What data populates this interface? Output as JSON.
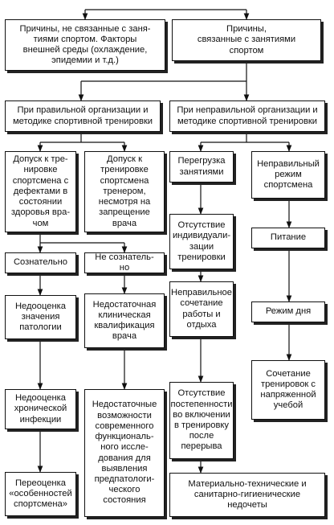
{
  "diagram": {
    "root_left": "Причины, не связанные с заня-\nтиями спортом. Факторы\nвнешней среды (охлаждение,\nэпидемии и т.д.)",
    "root_right": "Причины,\nсвязанные с занятиями\nспортом",
    "org_correct": "При правильной организации и\nметодике спортивной тренировки",
    "org_incorrect": "При неправильной организации и\nметодике спортивной тренировки",
    "admit_defects": "Допуск к тре-\nнировке\nспортсмена с\nдефектами в\nсостоянии\nздоровья вра-\nчом",
    "admit_trainer": "Допуск к\nтренировке\nспортсмена\nтренером,\nнесмотря на\nзапрещение\nврача",
    "overload": "Перегрузка\nзанятиями",
    "wrong_regime": "Неправильный\nрежим\nспортсмена",
    "consciously": "Сознательно",
    "unconsciously": "Не сознатель-\nно",
    "no_individualization": "Отсутствие\nиндивидуали-\nзации\nтренировки",
    "nutrition": "Питание",
    "underestimate_pathology": "Недооценка\nзначения\nпатологии",
    "insufficient_qualification": "Недостаточная\nклиническая\nквалификация\nврача",
    "wrong_combination": "Неправильное\nсочетание\nработы и\nотдыха",
    "day_regime": "Режим дня",
    "combination_study": "Сочетание\nтренировок с\nнапряженной\nучебой",
    "underestimate_infection": "Недооценка\nхронической\nинфекции",
    "insufficient_possibilities": "Недостаточные\nвозможности\nсовременного\nфункциональ-\nного иссле-\nдования для\nвыявления\nпредпатологи-\nческого\nсостояния",
    "no_gradual": "Отсутствие\nпостепенности\nво включении\nв тренировку\nпосле\nперерыва",
    "overestimate": "Переоценка\n«особенностей\nспортсмена»",
    "material": "Материально-технические и\nсанитарно-гигиенические\nнедочеты"
  }
}
